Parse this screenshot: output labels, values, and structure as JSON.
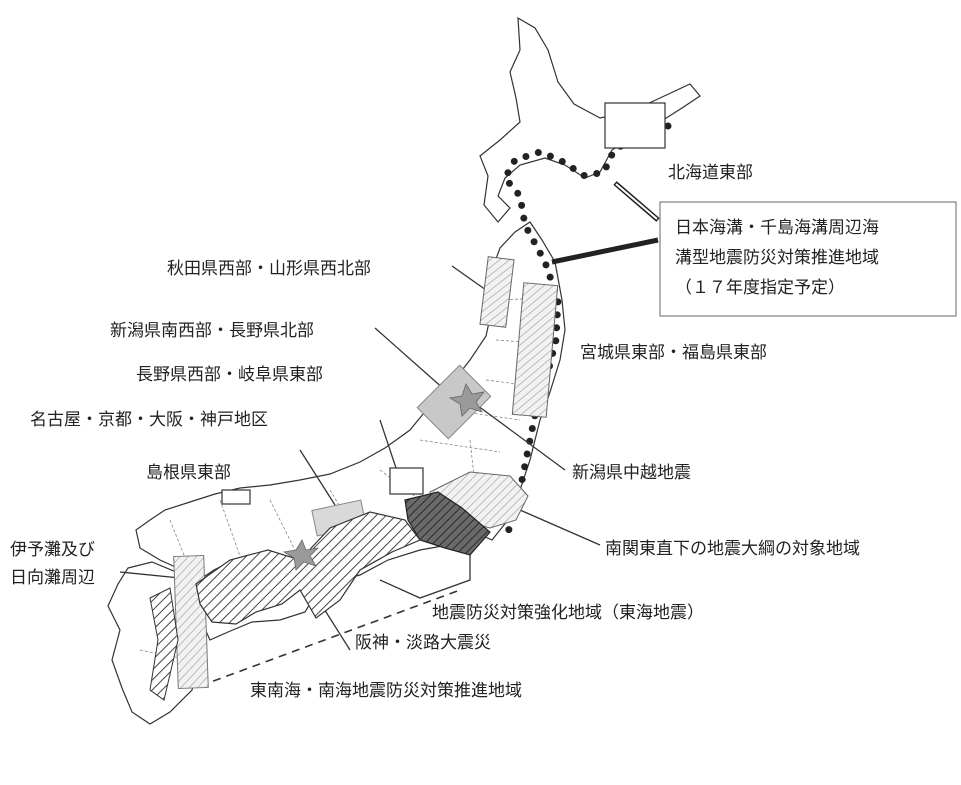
{
  "map": {
    "labels": {
      "hokkaido_east": "北海道東部",
      "japan_trench_line1": "日本海溝・千島海溝周辺海",
      "japan_trench_line2": "溝型地震防災対策推進地域",
      "japan_trench_line3": "（１７年度指定予定）",
      "akita_yamagata": "秋田県西部・山形県西北部",
      "niigata_nagano": "新潟県南西部・長野県北部",
      "miyagi_fukushima": "宮城県東部・福島県東部",
      "nagano_gifu": "長野県西部・岐阜県東部",
      "nagoya_kyoto": "名古屋・京都・大阪・神戸地区",
      "chuetsu_eq": "新潟県中越地震",
      "shimane": "島根県東部",
      "south_kanto": "南関東直下の地震大綱の対象地域",
      "iyo_line1": "伊予灘及び",
      "iyo_line2": "日向灘周辺",
      "tokai": "地震防災対策強化地域（東海地震）",
      "hanshin": "阪神・淡路大震災",
      "tonankai": "東南海・南海地震防災対策推進地域"
    },
    "colors": {
      "outline": "#333333",
      "hatch": "#444444",
      "dark_region": "#5a5a5a",
      "grey_box": "#c8c8c8",
      "dots": "#222222"
    }
  }
}
